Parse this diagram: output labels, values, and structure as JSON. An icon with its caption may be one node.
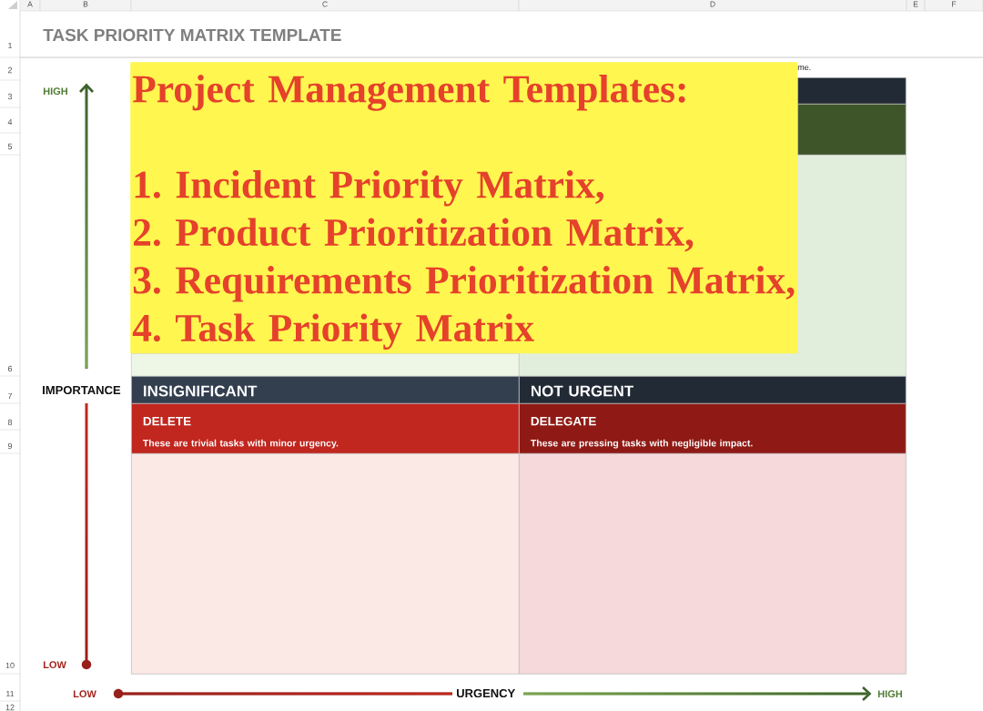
{
  "diagram": {
    "title": "TASK PRIORITY MATRIX TEMPLATE",
    "nodes": [
      {
        "text": [
          "Project Management Templates:",
          "1. Incident Priority Matrix,",
          "2. Product Prioritization Matrix,",
          "3. Requirements Prioritization Matrix,",
          "4. Task Priority Matrix"
        ]
      },
      {
        "text": [],
        "shape": "box"
      },
      {
        "text": [],
        "shape": "box"
      },
      {
        "text": [],
        "shape": "box"
      },
      {
        "text": [],
        "shape": "box"
      },
      {
        "text": [
          "INSIGNIFICANT"
        ]
      },
      {
        "text": [
          "NOT URGENT"
        ]
      },
      {
        "text": [
          "DELETE",
          "These are trivial tasks with minor urgency."
        ]
      },
      {
        "text": [
          "DELEGATE",
          "These are pressing tasks with negligible impact."
        ]
      },
      {
        "text": [],
        "shape": "box"
      },
      {
        "text": [],
        "shape": "box"
      }
    ],
    "labels": [
      "A",
      "B",
      "C",
      "D",
      "E",
      "F",
      "1",
      "2",
      "3",
      "4",
      "5",
      "6",
      "7",
      "8",
      "9",
      "10",
      "11",
      "12",
      "me.",
      "HIGH",
      "IMPORTANCE",
      "LOW",
      "LOW",
      "URGENCY",
      "HIGH"
    ]
  }
}
